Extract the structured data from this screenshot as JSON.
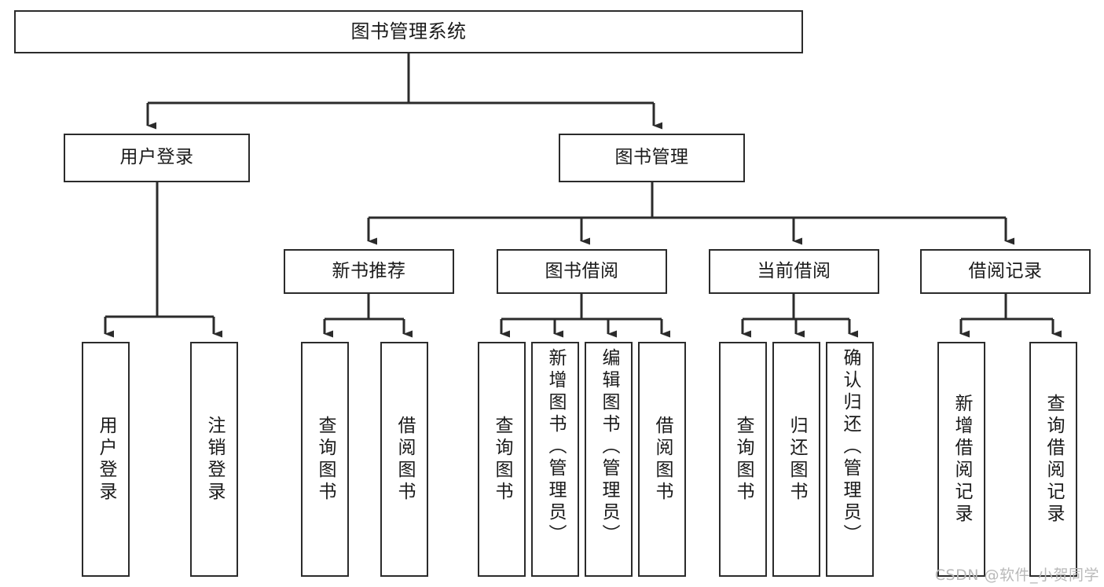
{
  "diagram": {
    "type": "tree-hierarchy-chart",
    "title": "图书管理系统",
    "line_color": "#2b2b2b",
    "box_fill": "#ffffff",
    "text_color": "#1a1a1a",
    "nodes": {
      "root": {
        "label": "图书管理系统"
      },
      "level2": [
        {
          "label": "用户登录"
        },
        {
          "label": "图书管理"
        }
      ],
      "level3": [
        {
          "label": "新书推荐"
        },
        {
          "label": "图书借阅"
        },
        {
          "label": "当前借阅"
        },
        {
          "label": "借阅记录"
        }
      ],
      "leaves": {
        "user_login": [
          {
            "label": "用户登录"
          },
          {
            "label": "注销登录"
          }
        ],
        "new_book_recommend": [
          {
            "label": "查询图书"
          },
          {
            "label": "借阅图书"
          }
        ],
        "book_borrow": [
          {
            "label": "查询图书"
          },
          {
            "label": "新增图书（管理员）"
          },
          {
            "label": "编辑图书（管理员）"
          },
          {
            "label": "借阅图书"
          }
        ],
        "current_borrow": [
          {
            "label": "查询图书"
          },
          {
            "label": "归还图书"
          },
          {
            "label": "确认归还（管理员）"
          }
        ],
        "borrow_record": [
          {
            "label": "新增借阅记录"
          },
          {
            "label": "查询借阅记录"
          }
        ]
      }
    }
  },
  "watermark": {
    "text": "CSDN @软件_小贺同学",
    "color": "#b9b9b9"
  }
}
